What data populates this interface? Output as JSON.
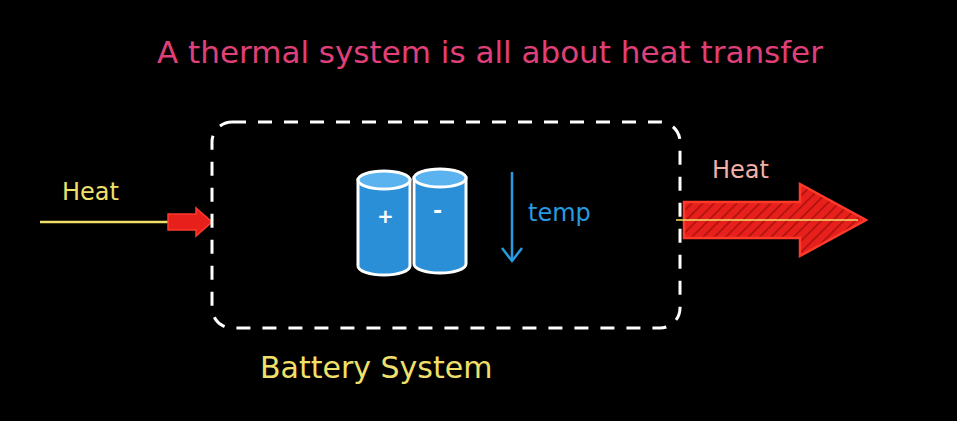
{
  "diagram": {
    "title": "A thermal system is all about heat transfer",
    "nodes": [
      {
        "text": [
          "Battery System"
        ]
      }
    ],
    "labels": [
      "Heat",
      "+",
      "-",
      "temp",
      "Heat"
    ]
  }
}
